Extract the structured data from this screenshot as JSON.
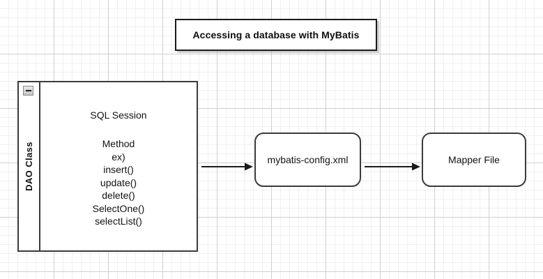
{
  "diagram": {
    "title": "Accessing a database with MyBatis",
    "background": {
      "grid": "draw.io light grid",
      "minor_grid_color": "#f0f0f0",
      "major_grid_color": "#d0d0d0",
      "canvas_color": "#ffffff"
    },
    "nodes": [
      {
        "id": "dao-class",
        "label": "DAO Class",
        "shape": "container-with-vertical-label",
        "collapse_icon": "minus-icon",
        "inner_title": "SQL Session",
        "inner_items": [
          "Method",
          "ex)",
          "insert()",
          "update()",
          "delete()",
          "SelectOne()",
          "selectList()"
        ],
        "border_color": "#3a3a3a",
        "fill_color": "#ffffff"
      },
      {
        "id": "mybatis-config",
        "label": "mybatis-config.xml",
        "shape": "rounded-rectangle",
        "border_color": "#3a3a3a",
        "fill_color": "#ffffff"
      },
      {
        "id": "mapper-file",
        "label": "Mapper File",
        "shape": "rounded-rectangle",
        "border_color": "#3a3a3a",
        "fill_color": "#ffffff"
      }
    ],
    "edges": [
      {
        "id": "dao-to-config",
        "from": "dao-class",
        "to": "mybatis-config",
        "style": "solid-line-with-filled-arrowhead",
        "color": "#1a1a1a"
      },
      {
        "id": "config-to-mapper",
        "from": "mybatis-config",
        "to": "mapper-file",
        "style": "solid-line-with-filled-arrowhead",
        "color": "#1a1a1a"
      }
    ]
  }
}
